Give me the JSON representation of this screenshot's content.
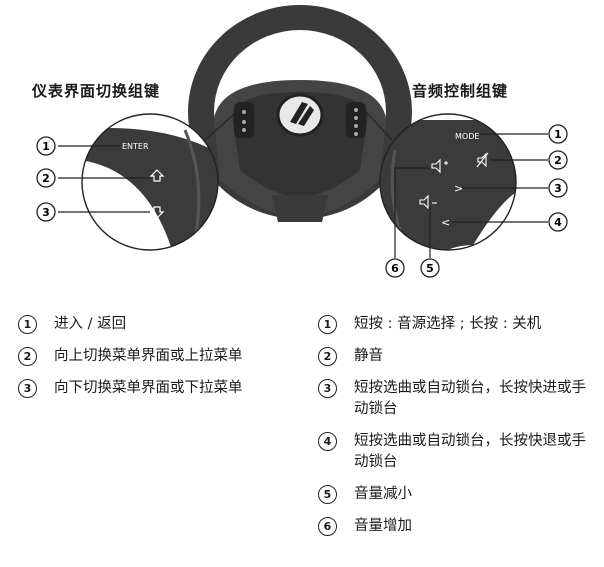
{
  "left_group": {
    "heading": "仪表界面切换组键",
    "enter_label": "ENTER",
    "callouts": [
      "①",
      "②",
      "③"
    ]
  },
  "right_group": {
    "heading": "音频控制组键",
    "mode_label": "MODE",
    "callouts": [
      "①",
      "②",
      "③",
      "④",
      "⑤",
      "⑥"
    ]
  },
  "legend_left": [
    {
      "num": "1",
      "text": "进入 / 返回"
    },
    {
      "num": "2",
      "text": "向上切换菜单界面或上拉菜单"
    },
    {
      "num": "3",
      "text": "向下切换菜单界面或下拉菜单"
    }
  ],
  "legend_right": [
    {
      "num": "1",
      "text": "短按 : 音源选择 ; 长按 : 关机"
    },
    {
      "num": "2",
      "text": "静音"
    },
    {
      "num": "3",
      "text": "短按选曲或自动锁台，长按快进或手动锁台"
    },
    {
      "num": "4",
      "text": "短按选曲或自动锁台，长按快退或手动锁台"
    },
    {
      "num": "5",
      "text": "音量减小"
    },
    {
      "num": "6",
      "text": "音量增加"
    }
  ]
}
